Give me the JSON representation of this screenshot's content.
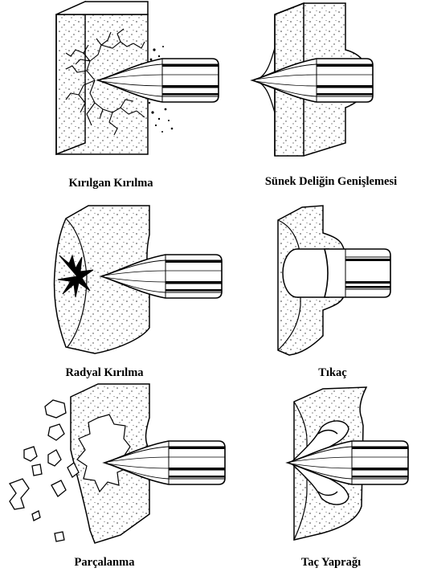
{
  "captions": {
    "brittle_fracture": "Kırılgan Kırılma",
    "ductile_hole_growth": "Sünek Deliğin Genişlemesi",
    "radial_fracture": "Radyal Kırılma",
    "plugging": "Tıkaç",
    "fragmentation": "Parçalanma",
    "petaling": "Taç Yaprağı"
  }
}
